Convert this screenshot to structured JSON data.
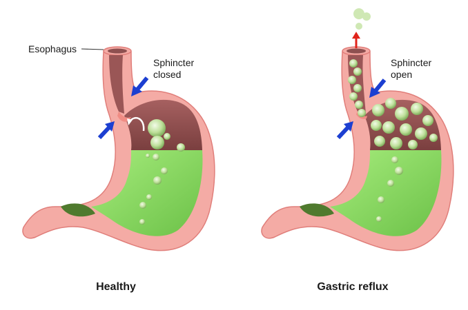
{
  "panels": [
    {
      "caption": "Healthy",
      "labels": {
        "esophagus": "Esophagus",
        "sphincter_line1": "Sphincter",
        "sphincter_line2": "closed"
      }
    },
    {
      "caption": "Gastric reflux",
      "labels": {
        "sphincter_line1": "Sphincter",
        "sphincter_line2": "open"
      }
    }
  ],
  "colors": {
    "stomach_wall": "#f4aba5",
    "wall_outline": "#e07e7a",
    "inner_cavity": "#8e5050",
    "acid": "#8edb6a",
    "bubble": "#cfe8b4",
    "pointer_arrow": "#1c3fd1",
    "reflux_arrow": "#e0231b",
    "curved_arrow": "#ffffff"
  }
}
